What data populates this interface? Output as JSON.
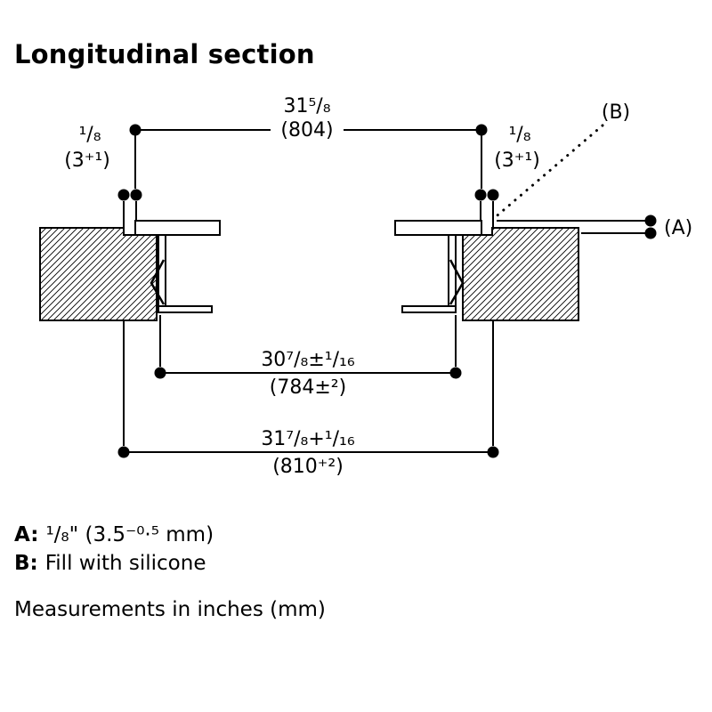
{
  "title": "Longitudinal section",
  "dims": {
    "top": {
      "in": "31⁵/₈",
      "mm": "(804)"
    },
    "gap_left": {
      "in": "¹/₈",
      "mm": "(3⁺¹)"
    },
    "gap_right": {
      "in": "¹/₈",
      "mm": "(3⁺¹)"
    },
    "middle": {
      "in": "30⁷/₈±¹/₁₆",
      "mm": "(784±²)"
    },
    "bottom": {
      "in": "31⁷/₈+¹/₁₆",
      "mm": "(810⁺²)"
    },
    "callout_a": "(A)",
    "callout_b": "(B)"
  },
  "legend": {
    "a_key": "A:",
    "a_value": "¹/₈\" (3.5⁻⁰·⁵ mm)",
    "b_key": "B:",
    "b_value": "Fill with silicone",
    "note": "Measurements in inches (mm)"
  },
  "colors": {
    "ink": "#000000",
    "paper": "#ffffff"
  }
}
